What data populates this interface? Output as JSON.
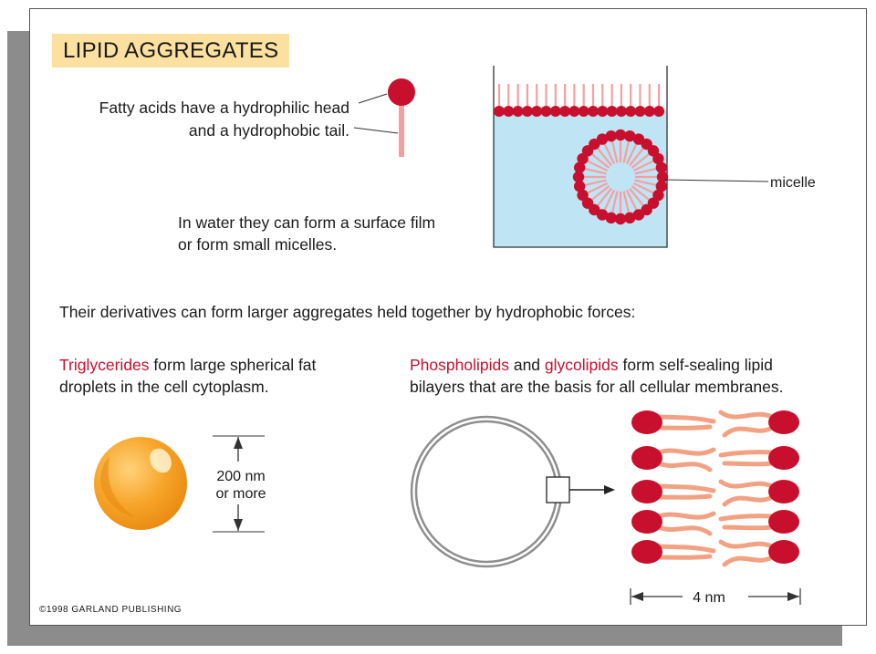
{
  "title": "LIPID AGGREGATES",
  "fatty_acid_line1": "Fatty acids have a hydrophilic head",
  "fatty_acid_line2": "and a hydrophobic tail.",
  "water_line1": "In water they can form a surface film",
  "water_line2": "or form small micelles.",
  "micelle_label": "micelle",
  "derivatives_text": "Their derivatives can form larger aggregates held together by hydrophobic forces:",
  "triglycerides": {
    "highlight": "Triglycerides",
    "rest_line1": " form large spherical fat",
    "line2": "droplets in the cell cytoplasm."
  },
  "phospholipids": {
    "highlight1": "Phospholipids",
    "connector": " and ",
    "highlight2": "glycolipids",
    "rest_line1": " form self-sealing lipid",
    "line2": "bilayers that are the basis for all cellular membranes."
  },
  "size_label_line1": "200 nm",
  "size_label_line2": "or more",
  "bilayer_width_label": "4 nm",
  "copyright": "©1998 GARLAND PUBLISHING",
  "colors": {
    "head": "#c8102e",
    "tail": "#f4a0a0",
    "water": "#bfe4f4",
    "droplet": "#f5a623",
    "title_bg": "#fbe0a0",
    "lipid_tail": "#f2a283"
  }
}
